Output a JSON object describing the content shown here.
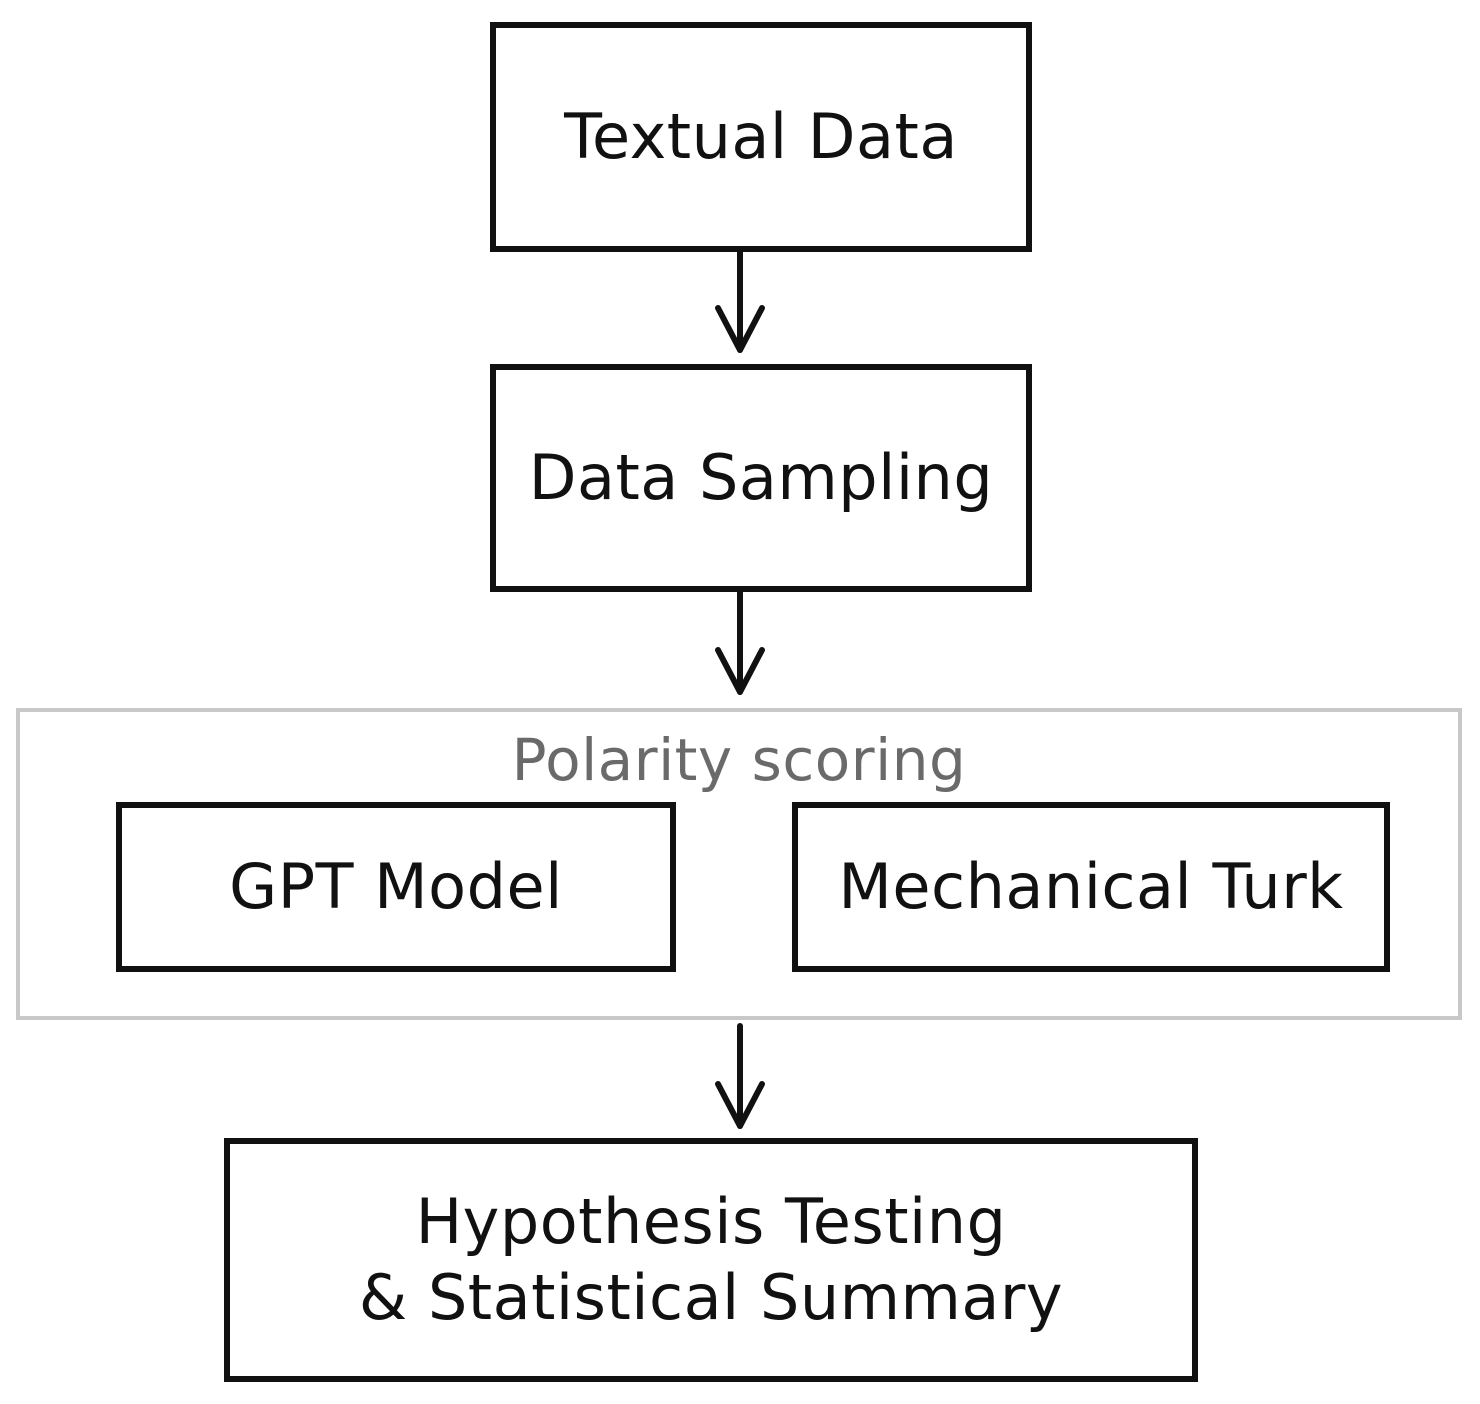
{
  "nodes": {
    "textual_data": "Textual Data",
    "data_sampling": "Data Sampling",
    "gpt_model": "GPT Model",
    "mechanical_turk": "Mechanical Turk",
    "hypothesis": "Hypothesis Testing\n& Statistical Summary"
  },
  "group": {
    "title": "Polarity scoring"
  },
  "colors": {
    "stroke": "#111111",
    "group_border": "#c8c8c8",
    "group_title": "#6a6a6a"
  }
}
